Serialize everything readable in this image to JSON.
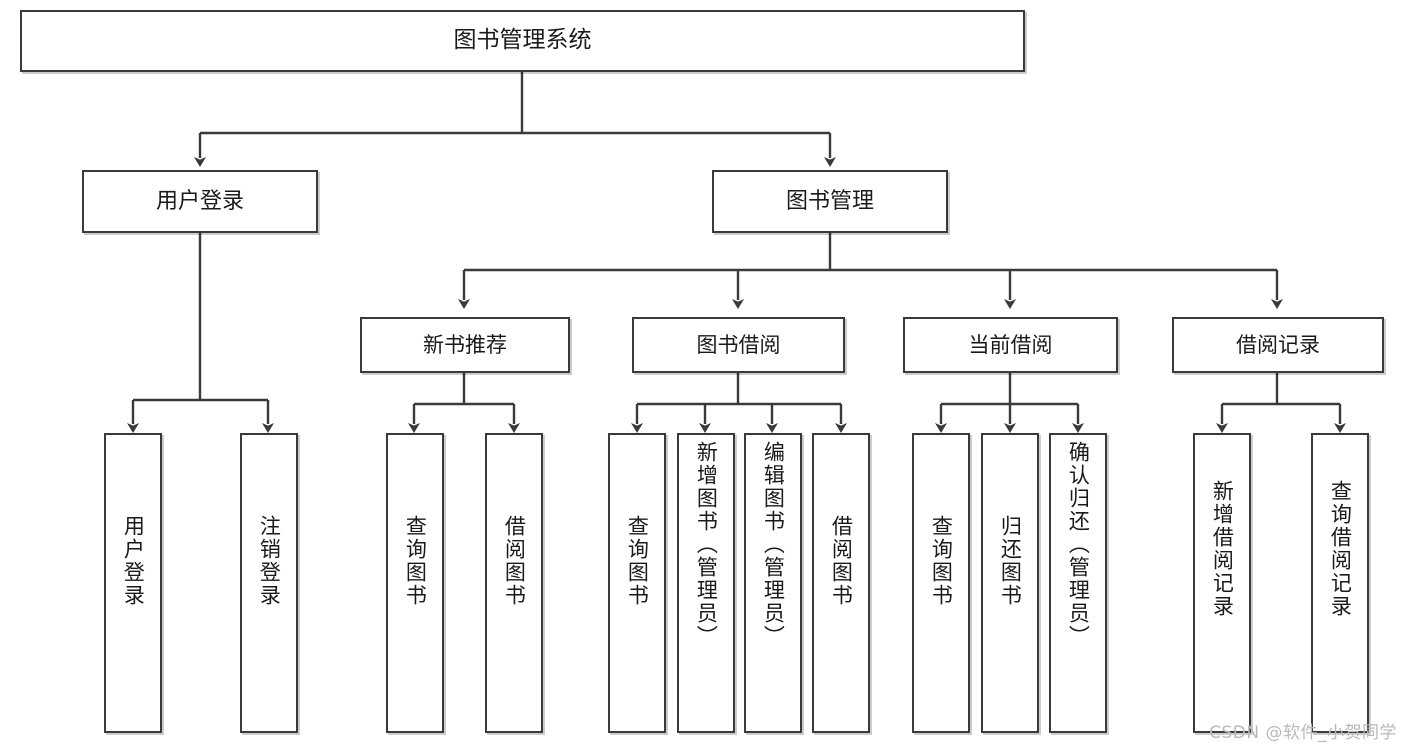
{
  "diagram": {
    "title": "图书管理系统",
    "type": "tree-hierarchy",
    "root": {
      "label": "图书管理系统"
    },
    "level1": [
      {
        "label": "用户登录"
      },
      {
        "label": "图书管理"
      }
    ],
    "level2": [
      {
        "label": "新书推荐"
      },
      {
        "label": "图书借阅"
      },
      {
        "label": "当前借阅"
      },
      {
        "label": "借阅记录"
      }
    ],
    "leaves": {
      "user_login": [
        {
          "label": "用户登录"
        },
        {
          "label": "注销登录"
        }
      ],
      "new_book_recommend": [
        {
          "label": "查询图书"
        },
        {
          "label": "借阅图书"
        }
      ],
      "book_borrow": [
        {
          "label": "查询图书"
        },
        {
          "label": "新增图书（管理员）"
        },
        {
          "label": "编辑图书（管理员）"
        },
        {
          "label": "借阅图书"
        }
      ],
      "current_borrow": [
        {
          "label": "查询图书"
        },
        {
          "label": "归还图书"
        },
        {
          "label": "确认归还（管理员）"
        }
      ],
      "borrow_record": [
        {
          "label": "新增借阅记录"
        },
        {
          "label": "查询借阅记录"
        }
      ]
    }
  },
  "watermark": {
    "text": "CSDN @软件_小贺同学"
  },
  "colors": {
    "stroke": "#3a3a3a",
    "fill": "#ffffff",
    "text": "#1a1a1a",
    "watermark": "#b9b9b9"
  }
}
